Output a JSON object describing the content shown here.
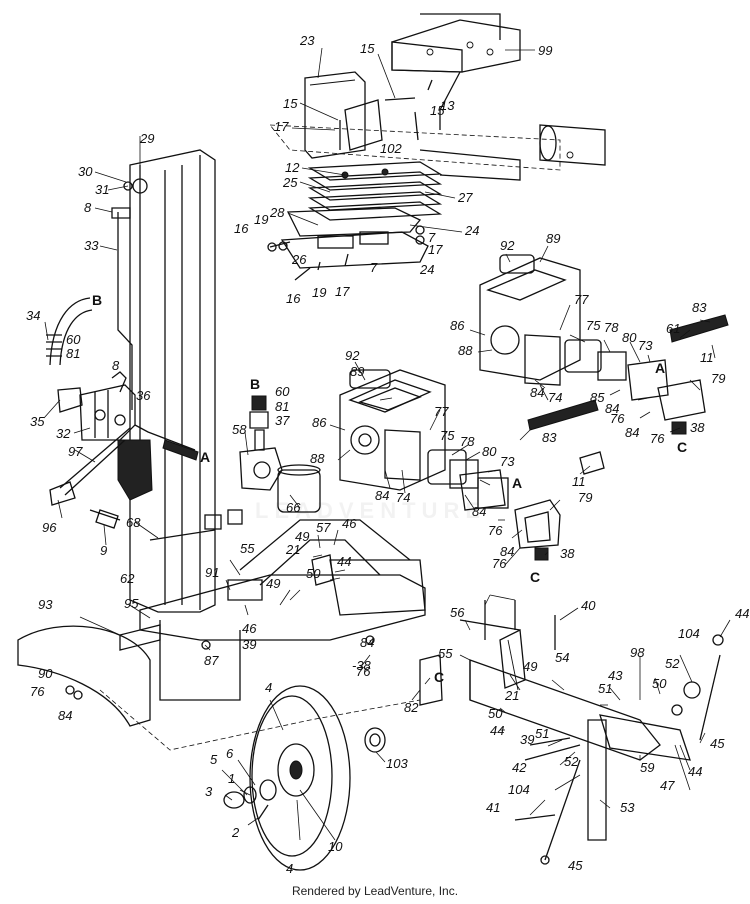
{
  "footer": "Rendered by LeadVenture, Inc.",
  "watermark": "LEADVENTURE",
  "callouts": [
    {
      "text": "23"
    },
    {
      "text": "15"
    },
    {
      "text": "99"
    },
    {
      "text": "15"
    },
    {
      "text": "13"
    },
    {
      "text": "15"
    },
    {
      "text": "17"
    },
    {
      "text": "102"
    },
    {
      "text": "12"
    },
    {
      "text": "25"
    },
    {
      "text": "27"
    },
    {
      "text": "29"
    },
    {
      "text": "30"
    },
    {
      "text": "31"
    },
    {
      "text": "8"
    },
    {
      "text": "28"
    },
    {
      "text": "19"
    },
    {
      "text": "16"
    },
    {
      "text": "24"
    },
    {
      "text": "7"
    },
    {
      "text": "17"
    },
    {
      "text": "26"
    },
    {
      "text": "7"
    },
    {
      "text": "24"
    },
    {
      "text": "16"
    },
    {
      "text": "19"
    },
    {
      "text": "17"
    },
    {
      "text": "33"
    },
    {
      "text": "92"
    },
    {
      "text": "89"
    },
    {
      "text": "77"
    },
    {
      "text": "83"
    },
    {
      "text": "86"
    },
    {
      "text": "75"
    },
    {
      "text": "78"
    },
    {
      "text": "80"
    },
    {
      "text": "73"
    },
    {
      "text": "61"
    },
    {
      "text": "88"
    },
    {
      "text": "11"
    },
    {
      "text": "79"
    },
    {
      "text": "84"
    },
    {
      "text": "74"
    },
    {
      "text": "85"
    },
    {
      "text": "84"
    },
    {
      "text": "76"
    },
    {
      "text": "84"
    },
    {
      "text": "76"
    },
    {
      "text": "38"
    },
    {
      "text": "34"
    },
    {
      "text": "60"
    },
    {
      "text": "81"
    },
    {
      "text": "8"
    },
    {
      "text": "36"
    },
    {
      "text": "35"
    },
    {
      "text": "32"
    },
    {
      "text": "92"
    },
    {
      "text": "60"
    },
    {
      "text": "81"
    },
    {
      "text": "37"
    },
    {
      "text": "89"
    },
    {
      "text": "77"
    },
    {
      "text": "86"
    },
    {
      "text": "78"
    },
    {
      "text": "75"
    },
    {
      "text": "83"
    },
    {
      "text": "58"
    },
    {
      "text": "88"
    },
    {
      "text": "80"
    },
    {
      "text": "73"
    },
    {
      "text": "97"
    },
    {
      "text": "11"
    },
    {
      "text": "84"
    },
    {
      "text": "74"
    },
    {
      "text": "79"
    },
    {
      "text": "96"
    },
    {
      "text": "66"
    },
    {
      "text": "84"
    },
    {
      "text": "57"
    },
    {
      "text": "46"
    },
    {
      "text": "76"
    },
    {
      "text": "84"
    },
    {
      "text": "76"
    },
    {
      "text": "38"
    },
    {
      "text": "9"
    },
    {
      "text": "68"
    },
    {
      "text": "49"
    },
    {
      "text": "21"
    },
    {
      "text": "55"
    },
    {
      "text": "44"
    },
    {
      "text": "50"
    },
    {
      "text": "91"
    },
    {
      "text": "62"
    },
    {
      "text": "49"
    },
    {
      "text": "46"
    },
    {
      "text": "40"
    },
    {
      "text": "93"
    },
    {
      "text": "95"
    },
    {
      "text": "39"
    },
    {
      "text": "56"
    },
    {
      "text": "55"
    },
    {
      "text": "44"
    },
    {
      "text": "104"
    },
    {
      "text": "87"
    },
    {
      "text": "84"
    },
    {
      "text": "98"
    },
    {
      "text": "52"
    },
    {
      "text": "90"
    },
    {
      "text": "76"
    },
    {
      "text": "-38"
    },
    {
      "text": "49"
    },
    {
      "text": "54"
    },
    {
      "text": "43"
    },
    {
      "text": "76"
    },
    {
      "text": "84"
    },
    {
      "text": "51"
    },
    {
      "text": "50"
    },
    {
      "text": "82"
    },
    {
      "text": "21"
    },
    {
      "text": "50"
    },
    {
      "text": "4"
    },
    {
      "text": "44"
    },
    {
      "text": "51"
    },
    {
      "text": "103"
    },
    {
      "text": "45"
    },
    {
      "text": "6"
    },
    {
      "text": "5"
    },
    {
      "text": "39"
    },
    {
      "text": "47"
    },
    {
      "text": "1"
    },
    {
      "text": "42"
    },
    {
      "text": "52"
    },
    {
      "text": "59"
    },
    {
      "text": "44"
    },
    {
      "text": "3"
    },
    {
      "text": "104"
    },
    {
      "text": "41"
    },
    {
      "text": "2"
    },
    {
      "text": "10"
    },
    {
      "text": "53"
    },
    {
      "text": "4"
    },
    {
      "text": "45"
    }
  ],
  "letters": [
    {
      "text": "B"
    },
    {
      "text": "A"
    },
    {
      "text": "C"
    },
    {
      "text": "B"
    },
    {
      "text": "A"
    },
    {
      "text": "A"
    },
    {
      "text": "C"
    },
    {
      "text": "C"
    }
  ]
}
